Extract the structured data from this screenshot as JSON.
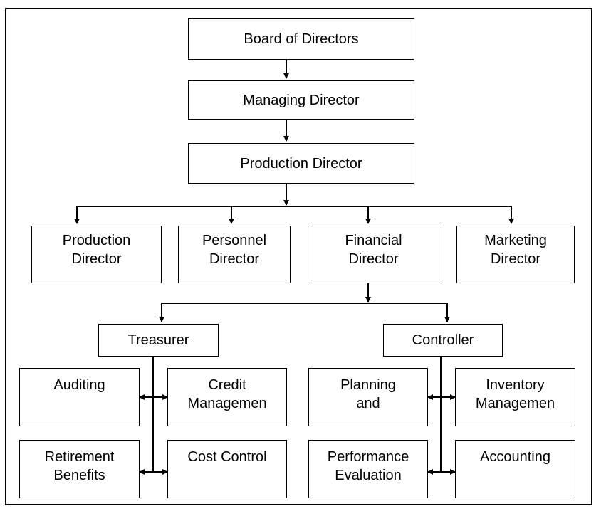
{
  "nodes": {
    "board": "Board of Directors",
    "managing": "Managing Director",
    "production_main": "Production Director",
    "production": "Production\nDirector",
    "personnel": "Personnel\nDirector",
    "financial": "Financial\nDirector",
    "marketing": "Marketing\nDirector",
    "treasurer": "Treasurer",
    "controller": "Controller",
    "auditing": "Auditing",
    "credit": "Credit\nManagemen",
    "retirement": "Retirement\nBenefits",
    "cost_control": "Cost Control",
    "planning": "Planning\nand",
    "inventory": "Inventory\nManagemen",
    "performance": "Performance\nEvaluation",
    "accounting": "Accounting"
  }
}
